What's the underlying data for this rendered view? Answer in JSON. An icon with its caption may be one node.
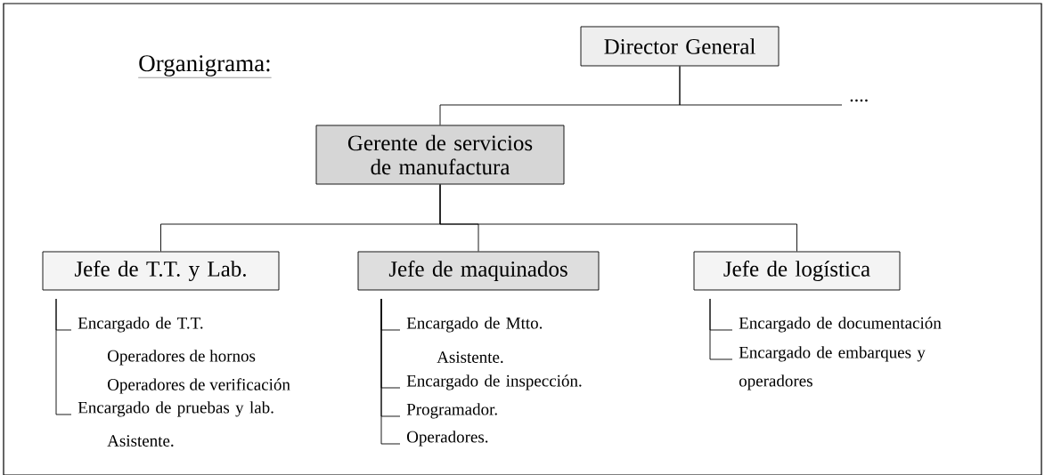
{
  "diagram": {
    "title": "Organigrama:",
    "nodes": [
      {
        "text": [
          "Director General"
        ]
      },
      {
        "text": [
          "...."
        ]
      },
      {
        "text": [
          "Gerente de servicios de manufactura"
        ]
      },
      {
        "text": [
          "Jefe de T.T. y Lab."
        ]
      },
      {
        "text": [
          "Jefe de maquinados"
        ]
      },
      {
        "text": [
          "Jefe de logística"
        ]
      },
      {
        "text": [
          "Encargado de T.T."
        ]
      },
      {
        "text": [
          "Encargado de pruebas y lab."
        ]
      },
      {
        "text": [
          "Encargado de Mtto."
        ]
      },
      {
        "text": [
          "Encargado de inspección."
        ]
      },
      {
        "text": [
          "Programador."
        ]
      },
      {
        "text": [
          "Operadores."
        ]
      },
      {
        "text": [
          "Encargado de documentación"
        ]
      },
      {
        "text": [
          "Encargado de embarques y operadores"
        ]
      }
    ],
    "edges": [
      {
        "from": 0,
        "to": 1,
        "arrow": "none"
      },
      {
        "from": 0,
        "to": 2,
        "arrow": "none"
      },
      {
        "from": 2,
        "to": 3,
        "arrow": "none"
      },
      {
        "from": 2,
        "to": 4,
        "arrow": "none"
      },
      {
        "from": 2,
        "to": 5,
        "arrow": "none"
      },
      {
        "from": 3,
        "to": 6,
        "arrow": "none"
      },
      {
        "from": 3,
        "to": 7,
        "arrow": "none"
      },
      {
        "from": 4,
        "to": 8,
        "arrow": "none"
      },
      {
        "from": 4,
        "to": 9,
        "arrow": "none"
      },
      {
        "from": 4,
        "to": 10,
        "arrow": "none"
      },
      {
        "from": 4,
        "to": 11,
        "arrow": "none"
      },
      {
        "from": 5,
        "to": 12,
        "arrow": "none"
      },
      {
        "from": 5,
        "to": 13,
        "arrow": "none"
      }
    ],
    "labels": [
      "Operadores de hornos",
      "Operadores de verificación",
      "Asistente.",
      "Asistente."
    ]
  }
}
